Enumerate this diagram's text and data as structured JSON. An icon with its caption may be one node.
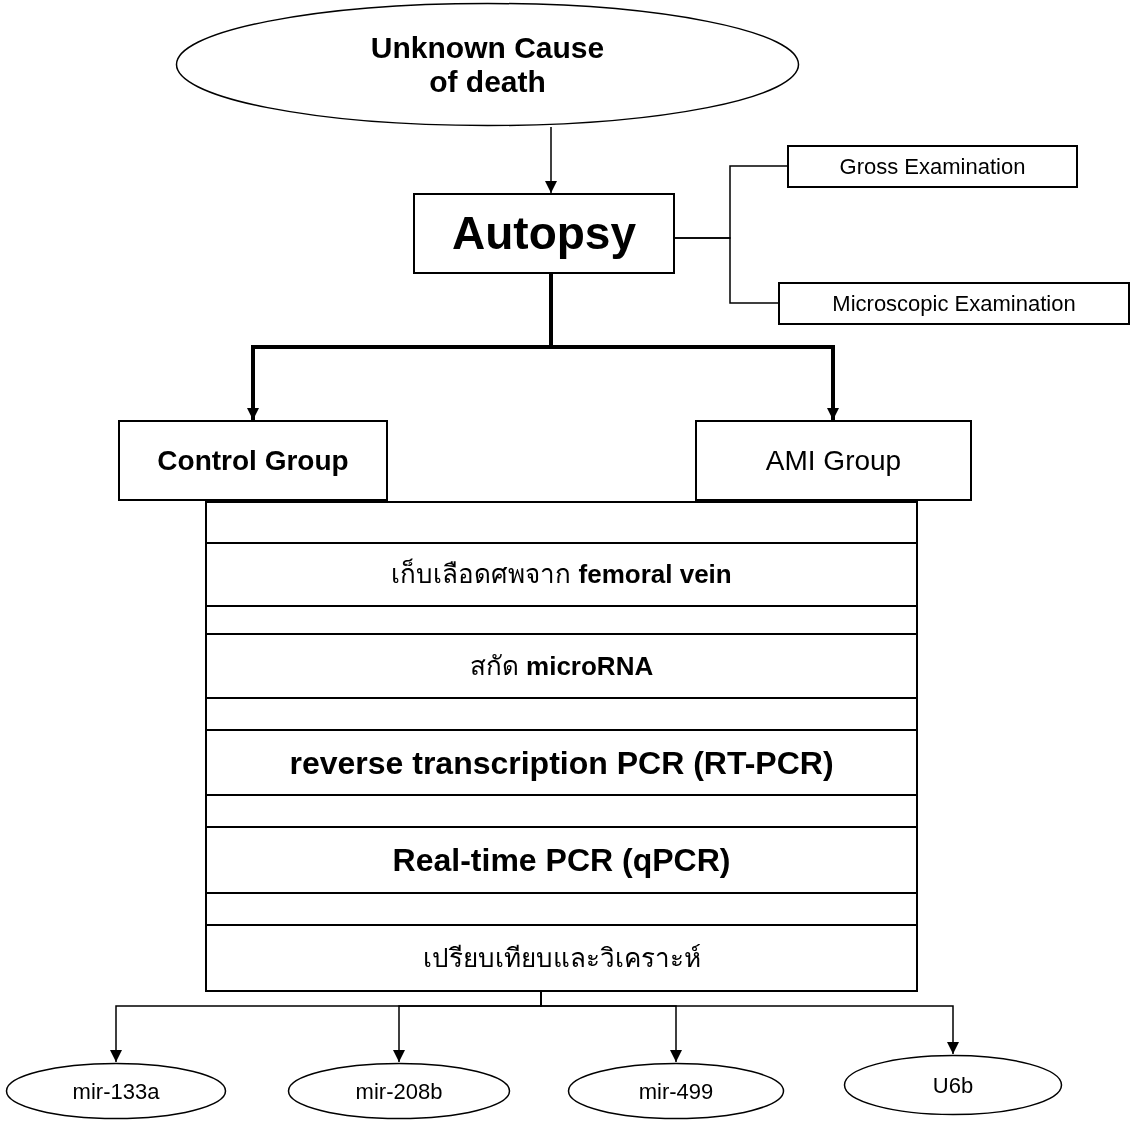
{
  "diagram": {
    "nodes": [
      {
        "text": [
          "Unknown Cause of death"
        ]
      },
      {
        "text": [
          "Autopsy"
        ]
      },
      {
        "text": [
          "Gross Examination"
        ]
      },
      {
        "text": [
          "Microscopic Examination"
        ]
      },
      {
        "text": [
          "Control Group"
        ]
      },
      {
        "text": [
          "AMI Group"
        ]
      },
      {
        "text": [],
        "shape": "box"
      },
      {
        "text": [
          "เก็บเลือดศพจาก **femoral vein**"
        ],
        "in": 6
      },
      {
        "text": [
          "สกัด **microRNA**"
        ],
        "in": 6
      },
      {
        "text": [
          "reverse transcription PCR (RT-PCR)"
        ],
        "in": 6
      },
      {
        "text": [
          "Real-time PCR (qPCR)"
        ],
        "in": 6
      },
      {
        "text": [
          "เปรียบเทียบและวิเคราะห์"
        ],
        "in": 6
      },
      {
        "text": [
          "mir-133a"
        ]
      },
      {
        "text": [
          "mir-208b"
        ]
      },
      {
        "text": [
          "mir-499"
        ]
      },
      {
        "text": [
          "U6b"
        ]
      }
    ],
    "edges": [
      {
        "from": 0,
        "to": 1,
        "arrow": "to"
      },
      {
        "from": 1,
        "to": 2,
        "arrow": "none"
      },
      {
        "from": 1,
        "to": 3,
        "arrow": "none"
      },
      {
        "from": 1,
        "to": 4,
        "arrow": "to",
        "style": "thick"
      },
      {
        "from": 1,
        "to": 5,
        "arrow": "to",
        "style": "thick"
      },
      {
        "from": 6,
        "to": 12,
        "arrow": "to"
      },
      {
        "from": 6,
        "to": 13,
        "arrow": "to"
      },
      {
        "from": 6,
        "to": 14,
        "arrow": "to"
      },
      {
        "from": 6,
        "to": 15,
        "arrow": "to"
      }
    ]
  }
}
